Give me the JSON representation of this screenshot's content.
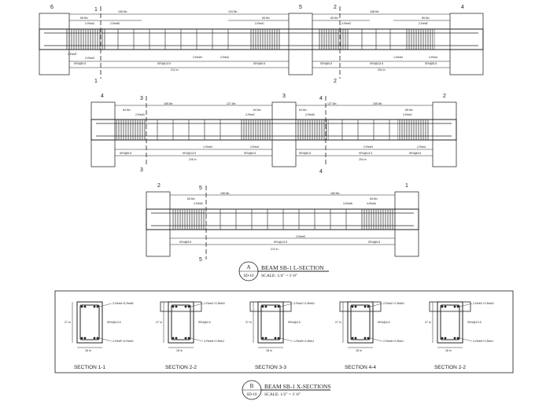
{
  "beam_row1": {
    "grid_left": "6",
    "grid_mid": "5",
    "grid_right_a": "2",
    "grid_right_b": "4",
    "section_1": "1",
    "section_2": "2",
    "dims_top": [
      "165.5in",
      "104.5in",
      "168.5in"
    ],
    "dims_inner": [
      "65.5in",
      "65.5in",
      "65.5in",
      "65.5in"
    ],
    "top_bars": [
      "2-RebA",
      "2-RebB",
      "2-RebC",
      "2-RebD",
      "2-RebE"
    ],
    "bottom_bars": [
      "2-RebF",
      "2-RebG",
      "2-RebH",
      "2-RebJ",
      "1-RebH",
      "2-RebJ"
    ],
    "stirrups": [
      "SR4@5.5",
      "SR4@13.5",
      "SR4@5.5",
      "SR4@5.5",
      "SR4@13.5",
      "SR4@5.5"
    ],
    "spans": [
      "212 in",
      "204 in"
    ]
  },
  "beam_row2": {
    "grid_left": "4",
    "grid_mid": "3",
    "grid_right_a": "4",
    "grid_right_b": "2",
    "section_3": "3",
    "section_4": "4",
    "dims_top": [
      "165.5in",
      "127.5in",
      "127.5in",
      "165.5in"
    ],
    "dims_inner": [
      "64.5in",
      "64.5in",
      "64.5in",
      "65.5in"
    ],
    "top_bars": [
      "2-RebD",
      "2-RebC",
      "2-RebD",
      "2-RebC"
    ],
    "bottom_bars": [
      "1-RebH",
      "2-RebJ",
      "2-RebH",
      "2-RebJ"
    ],
    "stirrups": [
      "SR4@5.5",
      "SR4@13.5",
      "SR4@5.5",
      "SR4@5.5",
      "SR4@13.5",
      "SR4@5.5"
    ],
    "spans": [
      "226 in",
      "204 in"
    ]
  },
  "beam_row3": {
    "grid_left": "2",
    "grid_right": "1",
    "section_5": "5",
    "dims_top": [
      "165.5in",
      "165.5in"
    ],
    "dims_inner": [
      "65.5in",
      "65.5in"
    ],
    "top_bars": [
      "2-RebD",
      "3-RebB",
      "4-RebA"
    ],
    "bottom_bars": [
      "2-RebG"
    ],
    "stirrups": [
      "SR4@5.5",
      "SR4@13.5",
      "SR4@5.5"
    ],
    "span": "212 in"
  },
  "title_a": {
    "letter": "A",
    "sheet": "SD-10",
    "title": "BEAM SB-1 L-SECTION",
    "scale": "SCALE: 1/4\" = 1'-0\""
  },
  "sections": [
    {
      "name": "SECTION 1-1",
      "top": "2-RebA+3-RebB",
      "mid": "SR4@13.5",
      "bottom": "2-RebF+2-RebG",
      "depth": "27 in",
      "width": "18 in"
    },
    {
      "name": "SECTION 2-2",
      "top": "2-RebC+2-RebD",
      "mid": "SR4@4.5",
      "bottom": "2-RebH+2-RebJ",
      "depth": "27 in",
      "width": "18 in"
    },
    {
      "name": "SECTION 3-3",
      "top": "2-RebC+2-RebD",
      "mid": "SR4@4.5",
      "bottom": "1-RebH+2-RebJ",
      "depth": "27 in",
      "width": "18 in"
    },
    {
      "name": "SECTION 4-4",
      "top": "2-RebC+2-RebD",
      "mid": "SR4@4.5",
      "bottom": "2-RebH+2-RebJ",
      "depth": "27 in",
      "width": "18 in"
    },
    {
      "name": "SECTION 2-2",
      "top": "2-RebC+2-RebD",
      "mid": "SR4@13.5",
      "bottom": "2-RebH+2-RebJ",
      "depth": "27 in",
      "width": "18 in"
    }
  ],
  "title_b": {
    "letter": "B",
    "sheet": "SD-10",
    "title": "BEAM SB-1 X-SECTIONS",
    "scale": "SCALE: 1/2\" = 1'-0\""
  }
}
